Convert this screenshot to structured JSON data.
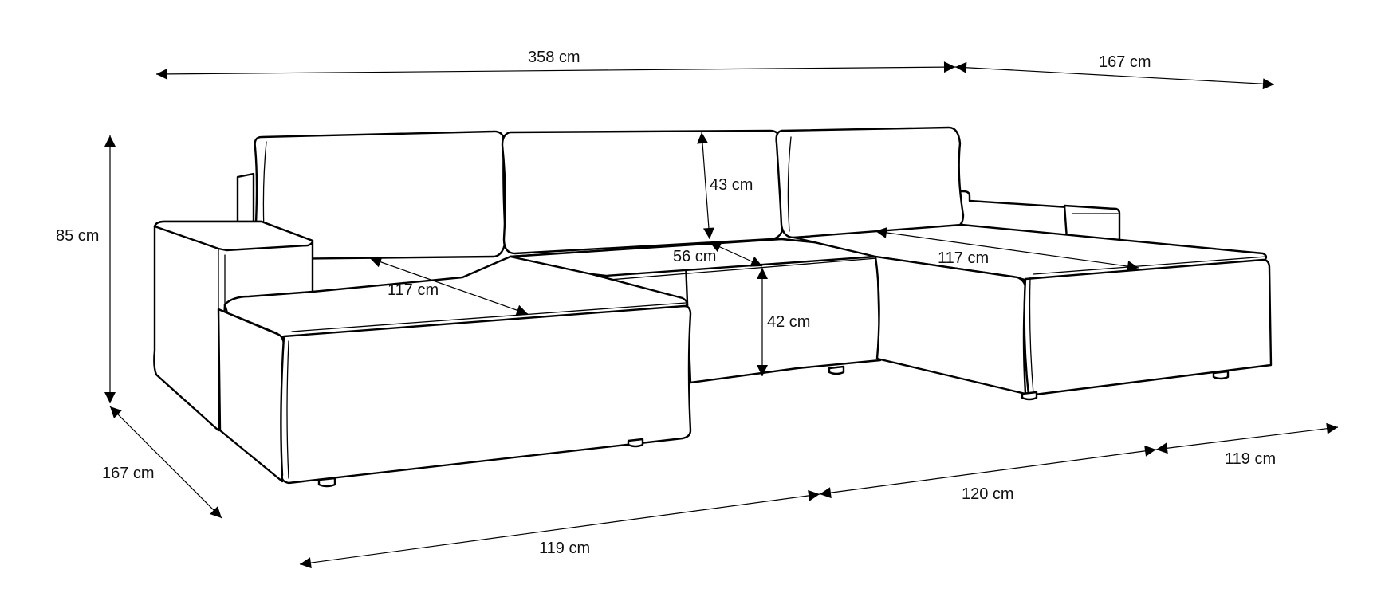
{
  "dimensions": {
    "total_width": "358 cm",
    "right_depth_top": "167 cm",
    "height": "85 cm",
    "back_height": "43 cm",
    "seat_depth": "56 cm",
    "seat_height": "42 cm",
    "left_chaise_length": "117 cm",
    "right_chaise_length": "117 cm",
    "left_depth": "167 cm",
    "front_left_segment": "119 cm",
    "front_middle_segment": "120 cm",
    "front_right_segment": "119 cm"
  },
  "colors": {
    "line": "#000000",
    "background": "#ffffff"
  }
}
